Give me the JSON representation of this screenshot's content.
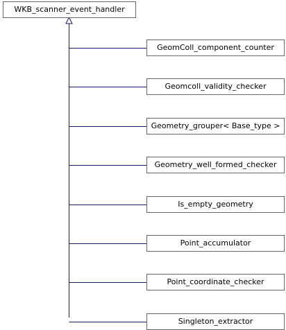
{
  "base_class": "WKB_scanner_event_handler",
  "derived_classes": [
    "GeomColl_component_counter",
    "Geomcoll_validity_checker",
    "Geometry_grouper< Base_type >",
    "Geometry_well_formed_checker",
    "Is_empty_geometry",
    "Point_accumulator",
    "Point_coordinate_checker",
    "Singleton_extractor"
  ],
  "colors": {
    "edge": "#191970",
    "border": "#666666",
    "fill": "#ffffff"
  }
}
